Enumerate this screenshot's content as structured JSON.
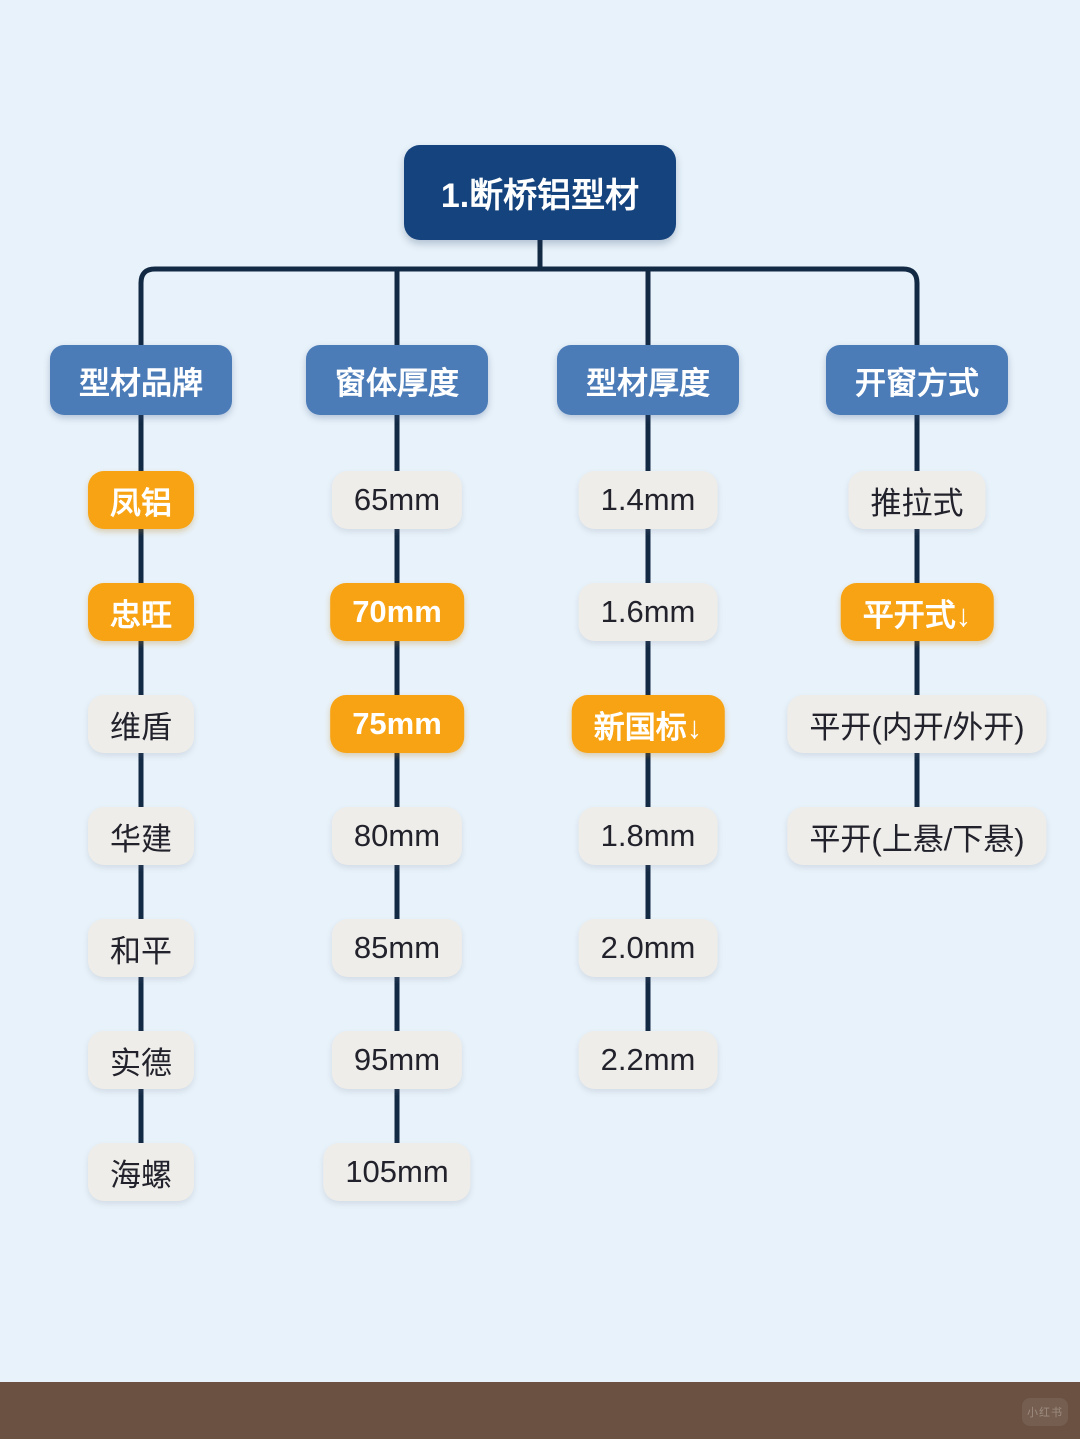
{
  "root": {
    "label": "1.断桥铝型材"
  },
  "columns": [
    {
      "header": "型材品牌",
      "items": [
        {
          "label": "凤铝",
          "variant": "orange"
        },
        {
          "label": "忠旺",
          "variant": "orange"
        },
        {
          "label": "维盾",
          "variant": "gray"
        },
        {
          "label": "华建",
          "variant": "gray"
        },
        {
          "label": "和平",
          "variant": "gray"
        },
        {
          "label": "实德",
          "variant": "gray"
        },
        {
          "label": "海螺",
          "variant": "gray"
        }
      ]
    },
    {
      "header": "窗体厚度",
      "items": [
        {
          "label": "65mm",
          "variant": "gray"
        },
        {
          "label": "70mm",
          "variant": "orange"
        },
        {
          "label": "75mm",
          "variant": "orange"
        },
        {
          "label": "80mm",
          "variant": "gray"
        },
        {
          "label": "85mm",
          "variant": "gray"
        },
        {
          "label": "95mm",
          "variant": "gray"
        },
        {
          "label": "105mm",
          "variant": "gray"
        }
      ]
    },
    {
      "header": "型材厚度",
      "items": [
        {
          "label": "1.4mm",
          "variant": "gray"
        },
        {
          "label": "1.6mm",
          "variant": "gray"
        },
        {
          "label": "新国标↓",
          "variant": "orange"
        },
        {
          "label": "1.8mm",
          "variant": "gray"
        },
        {
          "label": "2.0mm",
          "variant": "gray"
        },
        {
          "label": "2.2mm",
          "variant": "gray"
        }
      ]
    },
    {
      "header": "开窗方式",
      "items": [
        {
          "label": "推拉式",
          "variant": "gray"
        },
        {
          "label": "平开式↓",
          "variant": "orange"
        },
        {
          "label": "平开(内开/外开)",
          "variant": "gray"
        },
        {
          "label": "平开(上悬/下悬)",
          "variant": "gray"
        }
      ]
    }
  ],
  "watermark": {
    "label": "小红书"
  },
  "palette": {
    "background": "#e8f2fa",
    "root-navy": "#15437d",
    "header-blue": "#4c7cb8",
    "highlight-orange": "#f7a313",
    "item-gray": "#efede9",
    "line-navy": "#132a45",
    "footer-brown": "#6a5141",
    "item-text": "#22222c"
  }
}
